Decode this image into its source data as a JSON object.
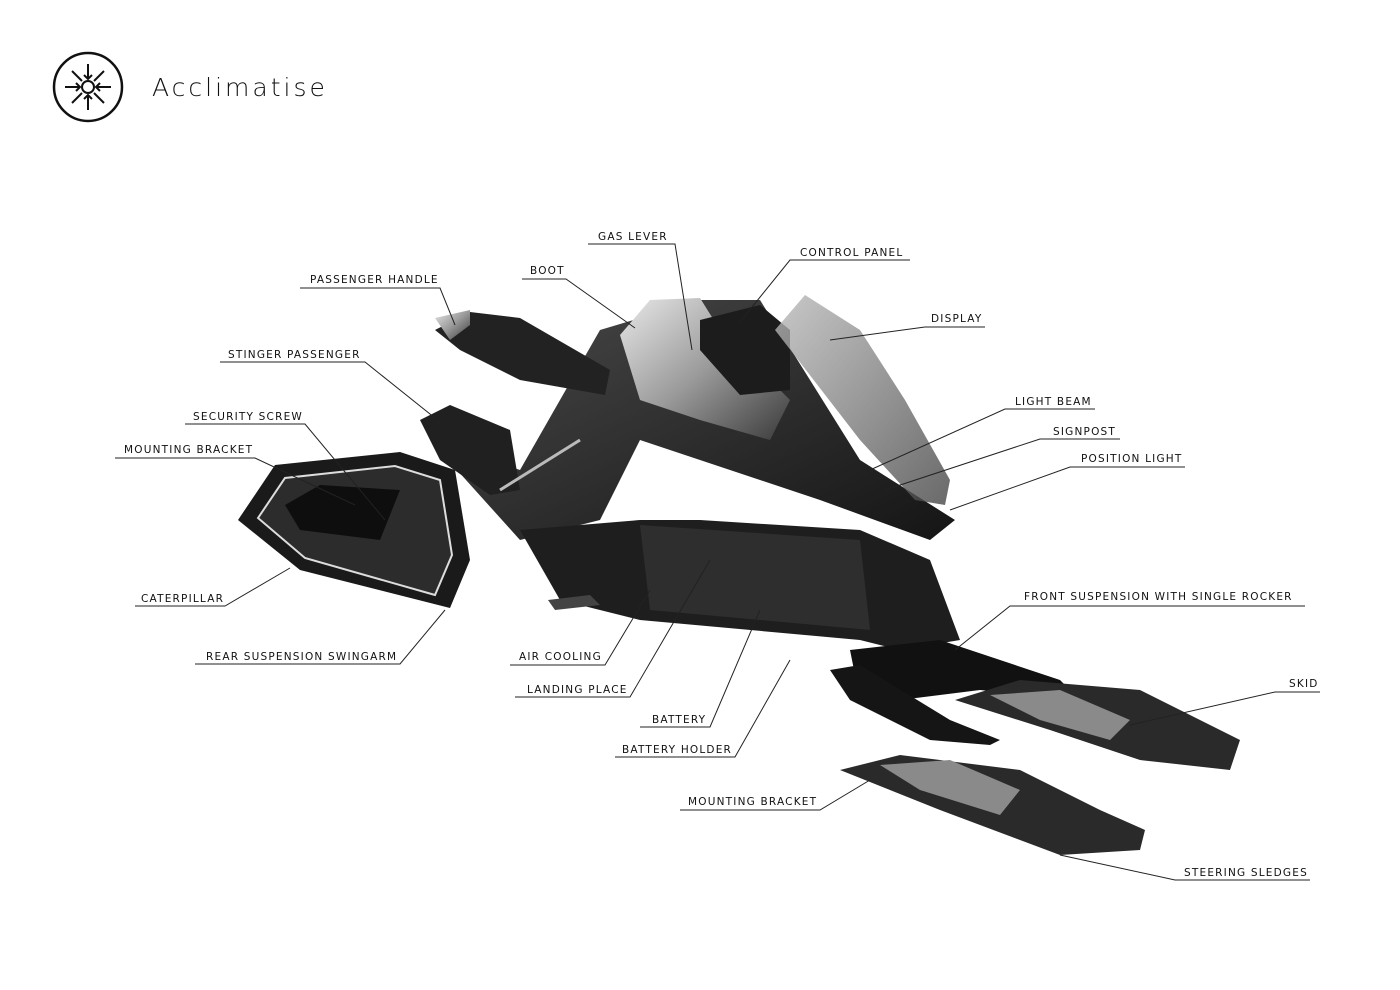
{
  "brand": {
    "name": "Acclimatise",
    "logo_icon": "snowflake-arrows-icon"
  },
  "labels": {
    "gas_lever": "GAS LEVER",
    "boot": "BOOT",
    "control_panel": "CONTROL PANEL",
    "passenger_handle": "PASSENGER HANDLE",
    "display": "DISPLAY",
    "stinger_passenger": "STINGER PASSENGER",
    "security_screw": "SECURITY SCREW",
    "mounting_bracket_rear": "MOUNTING BRACKET",
    "light_beam": "LIGHT BEAM",
    "signpost": "SIGNPOST",
    "position_light": "POSITION LIGHT",
    "caterpillar": "CATERPILLAR",
    "rear_suspension_swingarm": "REAR SUSPENSION SWINGARM",
    "air_cooling": "AIR COOLING",
    "landing_place": "LANDING PLACE",
    "battery": "BATTERY",
    "battery_holder": "BATTERY HOLDER",
    "front_suspension": "FRONT SUSPENSION WITH SINGLE ROCKER",
    "skid": "SKID",
    "mounting_bracket_front": "MOUNTING BRACKET",
    "steering_sledges": "STEERING SLEDGES"
  }
}
